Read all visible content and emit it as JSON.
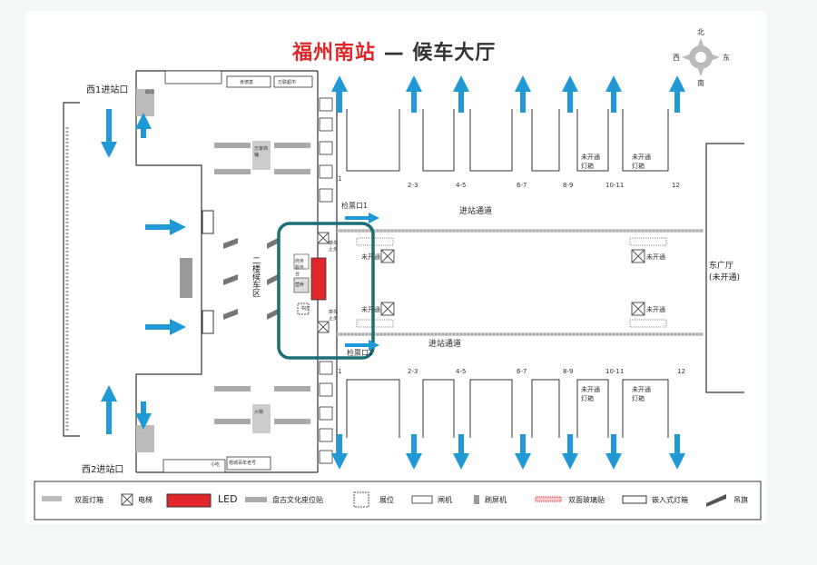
{
  "title": {
    "city_station": "福州南站",
    "dash": "—",
    "hall": "候车大厅"
  },
  "compass": {
    "north": "北",
    "south": "南",
    "east": "东",
    "west": "西"
  },
  "entrances": {
    "west1": "西1进站口",
    "west2": "西2进站口"
  },
  "east_hall": {
    "name": "东广厅",
    "status": "(未开通)"
  },
  "gates_top": [
    "1",
    "2-3",
    "4-5",
    "6-7",
    "8-9",
    "10-11",
    "12"
  ],
  "gates_bottom": [
    "1",
    "2-3",
    "4-5",
    "6-7",
    "8-9",
    "10-11",
    "12"
  ],
  "checkpoints": {
    "top": "检票口1",
    "bottom": "检票口1"
  },
  "corridors": {
    "top": "进站通道",
    "bottom": "进站通道"
  },
  "zones": {
    "second_floor": "二楼候车区"
  },
  "small_labels": {
    "unopened": "未开通",
    "unopened_lightbox": "未开通灯箱",
    "no_entry": "禁先止步",
    "kfc": "肯德基",
    "wanlian_market": "万联超市",
    "service_desk": "商务服务台",
    "bookstore": "书店",
    "nutrition": "营养",
    "wanjia_shop": "万家商铺",
    "hotpot": "火锅",
    "zhanglong": "榕城百年老号",
    "post": "邮政",
    "shop": "小吃"
  },
  "legend": [
    {
      "icon": "double-light-box-icon",
      "label": "双面灯箱"
    },
    {
      "icon": "elevator-icon",
      "label": "电梯"
    },
    {
      "icon": "led-icon",
      "label": "LED"
    },
    {
      "icon": "antique-seat-icon",
      "label": "盘古文化座位贴"
    },
    {
      "icon": "booth-icon",
      "label": "展位"
    },
    {
      "icon": "gate-machine-icon",
      "label": "闸机"
    },
    {
      "icon": "ticket-machine-icon",
      "label": "刷屏机"
    },
    {
      "icon": "glass-sticker-icon",
      "label": "双面玻璃贴"
    },
    {
      "icon": "embedded-light-icon",
      "label": "嵌入式灯箱"
    },
    {
      "icon": "banner-icon",
      "label": "吊旗"
    }
  ],
  "colors": {
    "arrow": "#1f9ad6",
    "led": "#e0262a",
    "highlight": "#1c6f78",
    "title_red": "#e0262a"
  }
}
